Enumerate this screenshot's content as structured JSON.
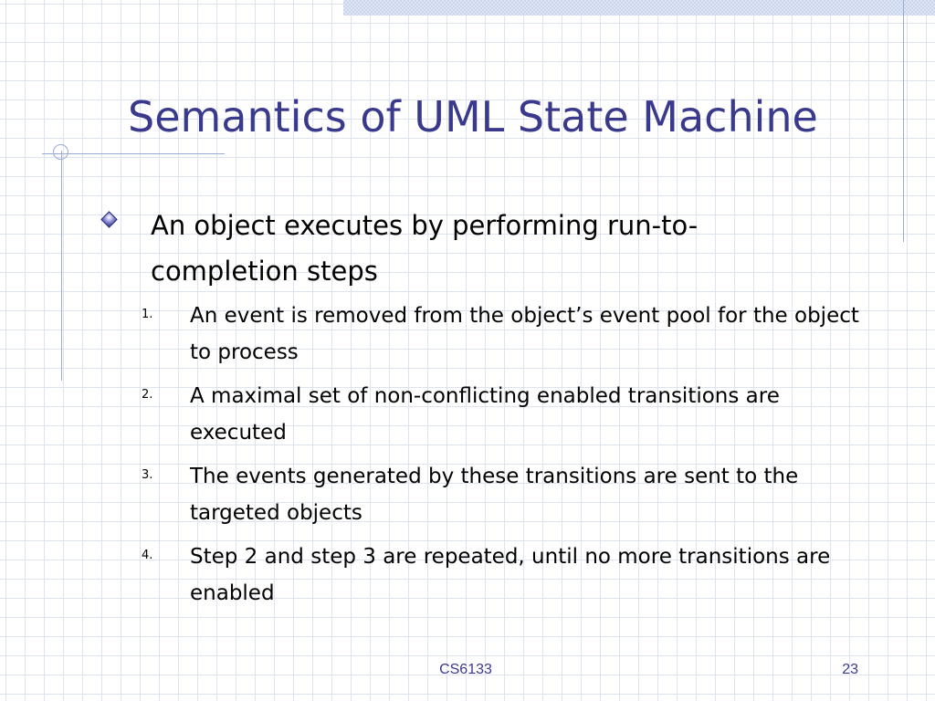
{
  "slide": {
    "title": "Semantics of UML State Machine",
    "bullet": {
      "icon": "diamond-bullet-icon",
      "text": "An object executes by performing run-to-completion steps"
    },
    "steps": [
      {
        "number": "1.",
        "text": "An event is removed from the object’s event pool for the object to process"
      },
      {
        "number": "2.",
        "text": "A maximal set of non-conflicting enabled transitions are executed"
      },
      {
        "number": "3.",
        "text": "The events generated by these transitions are sent to the targeted objects"
      },
      {
        "number": "4.",
        "text": "Step 2 and step 3 are repeated, until no more transitions are enabled"
      }
    ],
    "footer": {
      "course": "CS6133",
      "page_number": "23"
    }
  },
  "colors": {
    "title": "#3a3a8c",
    "grid": "#dde3f0",
    "accent_rule": "#9aaad6",
    "body_text": "#000000"
  }
}
